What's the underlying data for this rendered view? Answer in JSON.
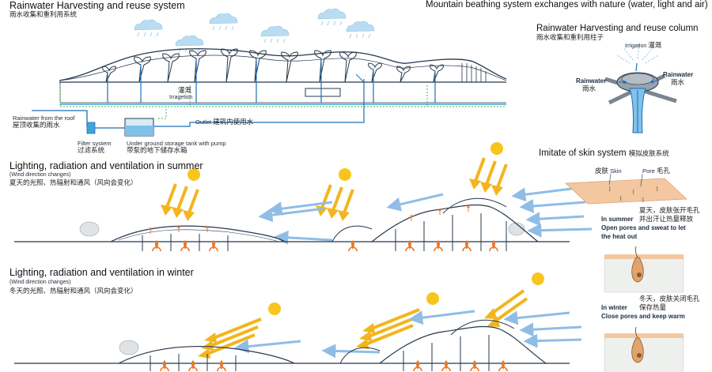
{
  "harvest": {
    "title": "Rainwater Harvesting and reuse system",
    "title_zh": "雨水收集和重利用系统",
    "irrigation_zh": "灌溉",
    "irrigation": "Irragetion",
    "roof_label": "Rainwater from the roof",
    "roof_label_zh": "屋顶收集的雨水",
    "filter": "Filter system",
    "filter_zh": "过滤系统",
    "tank": "Under ground storage tank with pump",
    "tank_zh": "带泵的地下储存水箱",
    "outlet": "Outlet",
    "outlet_zh": "建筑内使用水"
  },
  "header_right": "Mountain beathing system exchanges with nature (water, light and air)",
  "column": {
    "title": "Rainwater Harvesting and reuse column",
    "title_zh": "雨水收集和重利用柱子",
    "irrigation": "Irrigation",
    "irrigation_zh": "灌溉",
    "rainwater_left": "Rainwater",
    "rainwater_left_zh": "雨水",
    "rainwater_right": "Rainwater",
    "rainwater_right_zh": "雨水"
  },
  "summer": {
    "title": "Lighting, radiation and ventilation in summer",
    "sub": "(Wind direction changes)",
    "sub_zh": "夏天的光照、热辐射和通风（风向会变化）"
  },
  "winter": {
    "title": "Lighting, radiation and ventilation in winter",
    "sub": "(Wind direction changes)",
    "sub_zh": "冬天的光照、热辐射和通风（风向会变化）"
  },
  "skin": {
    "title": "Imitate of skin system",
    "title_zh": "模拟皮肤系统",
    "skin_zh": "皮肤",
    "skin": "Skin",
    "pore": "Pore",
    "pore_zh": "毛孔",
    "summer_zh_1": "夏天，皮肤张开毛孔",
    "summer_zh_2": "并出汗让热量释放",
    "summer_label": "In summer",
    "summer_text_1": "Open pores and sweat to let",
    "summer_text_2": "the heat out",
    "winter_zh_1": "冬天，皮肤关闭毛孔",
    "winter_zh_2": "保存热量",
    "winter_label": "In winter",
    "winter_text": "Close pores and keep warm"
  },
  "colors": {
    "sun": "#f7c51e",
    "sun_arrow": "#f3b51d",
    "wind": "#8fbde6",
    "heat": "#e8782a",
    "water": "#1e6fb8",
    "pipe": "#41a3d9",
    "irrigation_dash": "#3eb84a",
    "skin": "#f3c8a0",
    "structure": "#26384b"
  }
}
